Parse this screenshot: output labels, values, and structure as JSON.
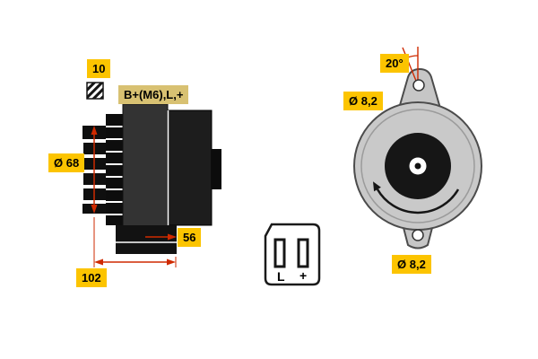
{
  "side_view": {
    "key_width": "10",
    "terminals": "B+(M6),L,+",
    "pulley_diameter": "Ø 68",
    "foot_width": "56",
    "overall_length": "102"
  },
  "connector": {
    "pin_left": "L",
    "pin_right": "+"
  },
  "front_view": {
    "mounting_angle": "20°",
    "top_hole_diameter": "Ø 8,2",
    "bottom_hole_diameter": "Ø 8,2"
  },
  "colors": {
    "label_yellow": "#fcc400",
    "terminal_label_tan": "#d8c172",
    "dimension_red": "#cf2a00"
  }
}
